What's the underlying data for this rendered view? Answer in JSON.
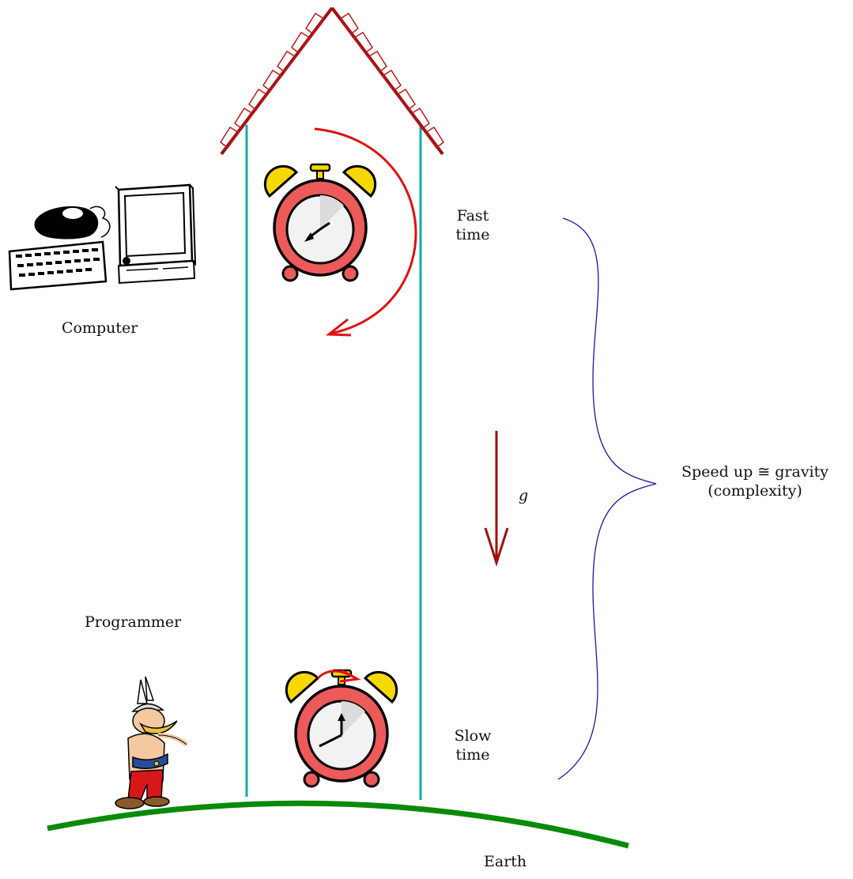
{
  "labels": {
    "computer": "Computer",
    "programmer": "Programmer",
    "fast_time": [
      "Fast",
      "time"
    ],
    "slow_time": [
      "Slow",
      "time"
    ],
    "gravity_symbol": "g",
    "speedup": [
      "Speed up ≅ gravity",
      "(complexity)"
    ],
    "earth": "Earth"
  },
  "colors": {
    "roof": "#a01010",
    "tower_walls": "#1aa8a8",
    "rotation_arrows": "#e01010",
    "gravity_arrow": "#a01010",
    "brace": "#1a1aa0",
    "earth": "#0a8a0a",
    "clock_body": "#ec5a5a",
    "clock_bells": "#f5d800",
    "clock_face": "#f2f2f2"
  },
  "icons": {
    "computer": "computer-icon",
    "programmer": "programmer-icon",
    "clock": "alarm-clock-icon"
  }
}
